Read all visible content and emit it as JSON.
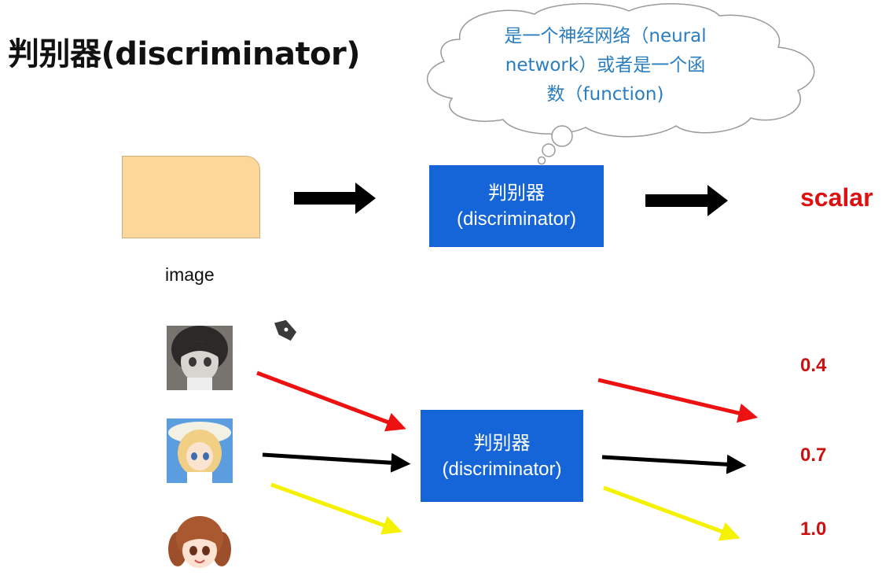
{
  "title": "判别器(discriminator)",
  "cloud": {
    "line1": "是一个神经网络（neural",
    "line2": "network）或者是一个函",
    "line3": "数（function)"
  },
  "top_discriminator": {
    "line1": "判别器",
    "line2": "(discriminator)"
  },
  "image_label": "image",
  "output_label": "scalar",
  "bottom_discriminator": {
    "line1": "判别器",
    "line2": "(discriminator)"
  },
  "scores": [
    "0.4",
    "0.7",
    "1.0"
  ],
  "colors": {
    "accent_blue": "#1565d8",
    "cloud_text": "#2a7ec0",
    "output_red": "#dd1111",
    "image_fill": "#fdd799",
    "arrow_red": "#ee1111",
    "arrow_black": "#000000",
    "arrow_yellow": "#f5f200"
  },
  "icons": [
    "thought-cloud-icon",
    "pen-cursor-icon",
    "arrow-icon"
  ]
}
